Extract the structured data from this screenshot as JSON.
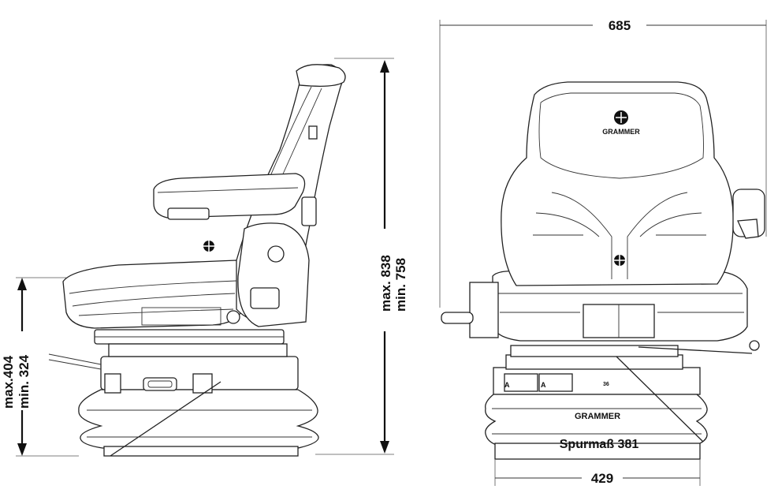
{
  "dimensions": {
    "total_width": "685",
    "base_width": "429",
    "track_width": "Spurmaß 381",
    "height_max": "max. 838",
    "height_min": "min. 758",
    "seat_max": "max.404",
    "seat_min": "min. 324"
  },
  "branding": {
    "logo_text_front": "GRAMMER",
    "logo_text_base": "GRAMMER"
  },
  "labels": {
    "small_a_left": "A",
    "small_a_right": "A",
    "small_num": "36"
  },
  "colors": {
    "line": "#222222",
    "background": "#ffffff"
  }
}
